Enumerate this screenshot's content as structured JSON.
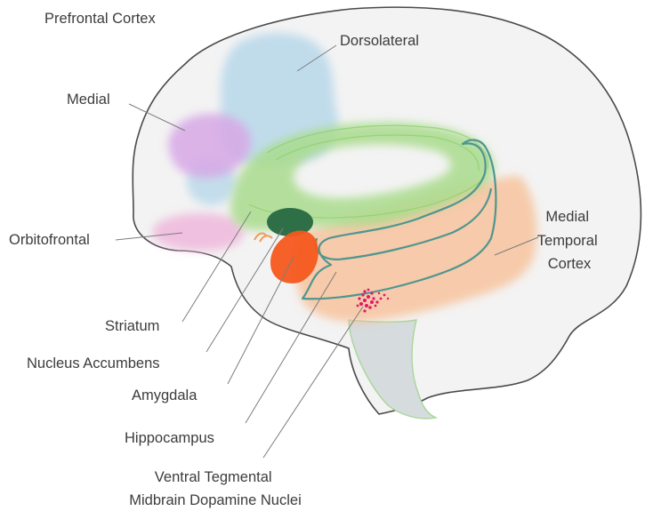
{
  "diagram": {
    "labels": {
      "prefrontal_cortex": "Prefrontal Cortex",
      "dorsolateral": "Dorsolateral",
      "medial": "Medial",
      "orbitofrontal": "Orbitofrontal",
      "medial_temporal_cortex": [
        "Medial",
        "Temporal",
        "Cortex"
      ],
      "striatum": "Striatum",
      "nucleus_accumbens": "Nucleus Accumbens",
      "amygdala": "Amygdala",
      "hippocampus": "Hippocampus",
      "ventral_tegmental": [
        "Ventral Tegmental",
        "Midbrain Dopamine Nuclei"
      ]
    },
    "colors": {
      "brain_fill": "#f3f3f3",
      "brain_outline": "#4a4a4a",
      "dorsolateral": "#b8d8ea",
      "medial": "#d7a8e6",
      "orbitofrontal": "#efb8dc",
      "striatum": "#a9db8c",
      "nucleus_accumbens": "#2f6f48",
      "amygdala": "#f4581e",
      "medial_temporal": "#f8bd92",
      "hippocampus": "#4f9690",
      "ventral_tegmental": "#e0186c",
      "brainstem": "#d6dbde"
    }
  }
}
